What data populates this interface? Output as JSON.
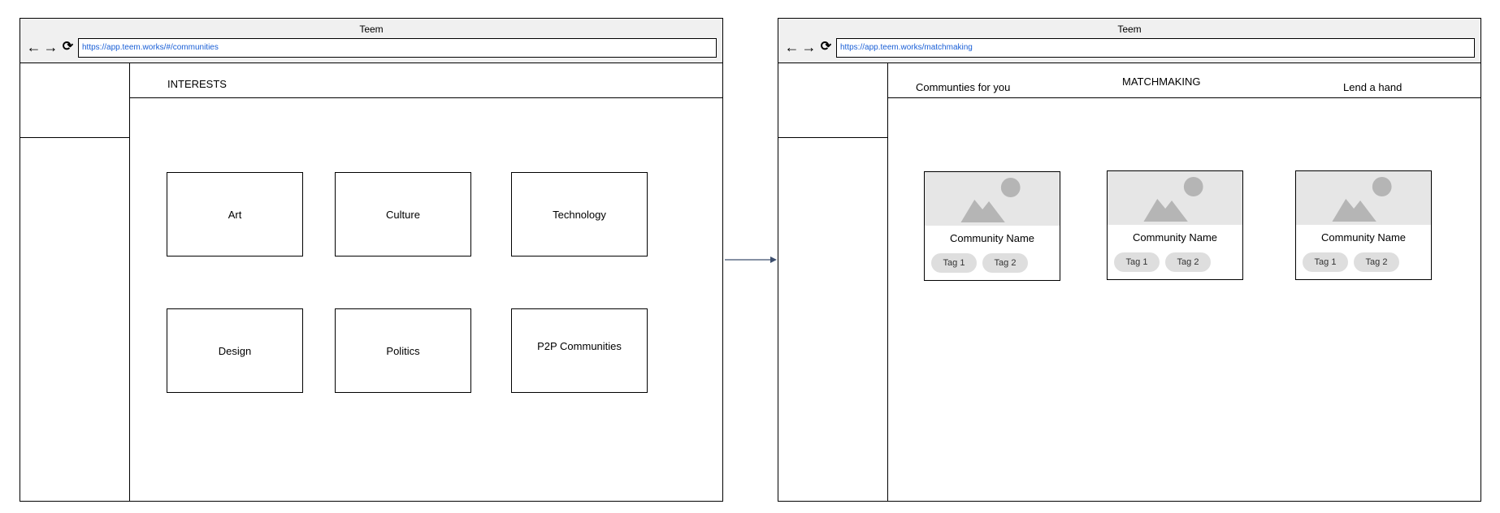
{
  "colors": {
    "border": "#000000",
    "chrome_bg": "#f0f0f0",
    "url_text": "#1a5fd6",
    "placeholder_bg": "#e6e6e6",
    "placeholder_shape": "#b5b5b5",
    "tag_bg": "#dedede",
    "arrow": "#3d4f6e"
  },
  "icons": {
    "back": "left-arrow-icon",
    "forward": "right-arrow-icon",
    "reload": "reload-icon",
    "image_placeholder": "mountain-sun-image-icon"
  },
  "left_browser": {
    "title": "Teem",
    "url": "https://app.teem.works/#/communities",
    "header_title": "INTERESTS",
    "interests": [
      "Art",
      "Culture",
      "Technology",
      "Design",
      "Politics",
      "P2P Communities"
    ]
  },
  "right_browser": {
    "title": "Teem",
    "url": "https://app.teem.works/matchmaking",
    "tabs": {
      "communities_for_you": "Communties for you",
      "matchmaking": "MATCHMAKING",
      "lend_a_hand": "Lend a hand"
    },
    "cards": [
      {
        "name": "Community Name",
        "tags": [
          "Tag 1",
          "Tag 2"
        ]
      },
      {
        "name": "Community Name",
        "tags": [
          "Tag 1",
          "Tag 2"
        ]
      },
      {
        "name": "Community Name",
        "tags": [
          "Tag 1",
          "Tag 2"
        ]
      }
    ]
  }
}
